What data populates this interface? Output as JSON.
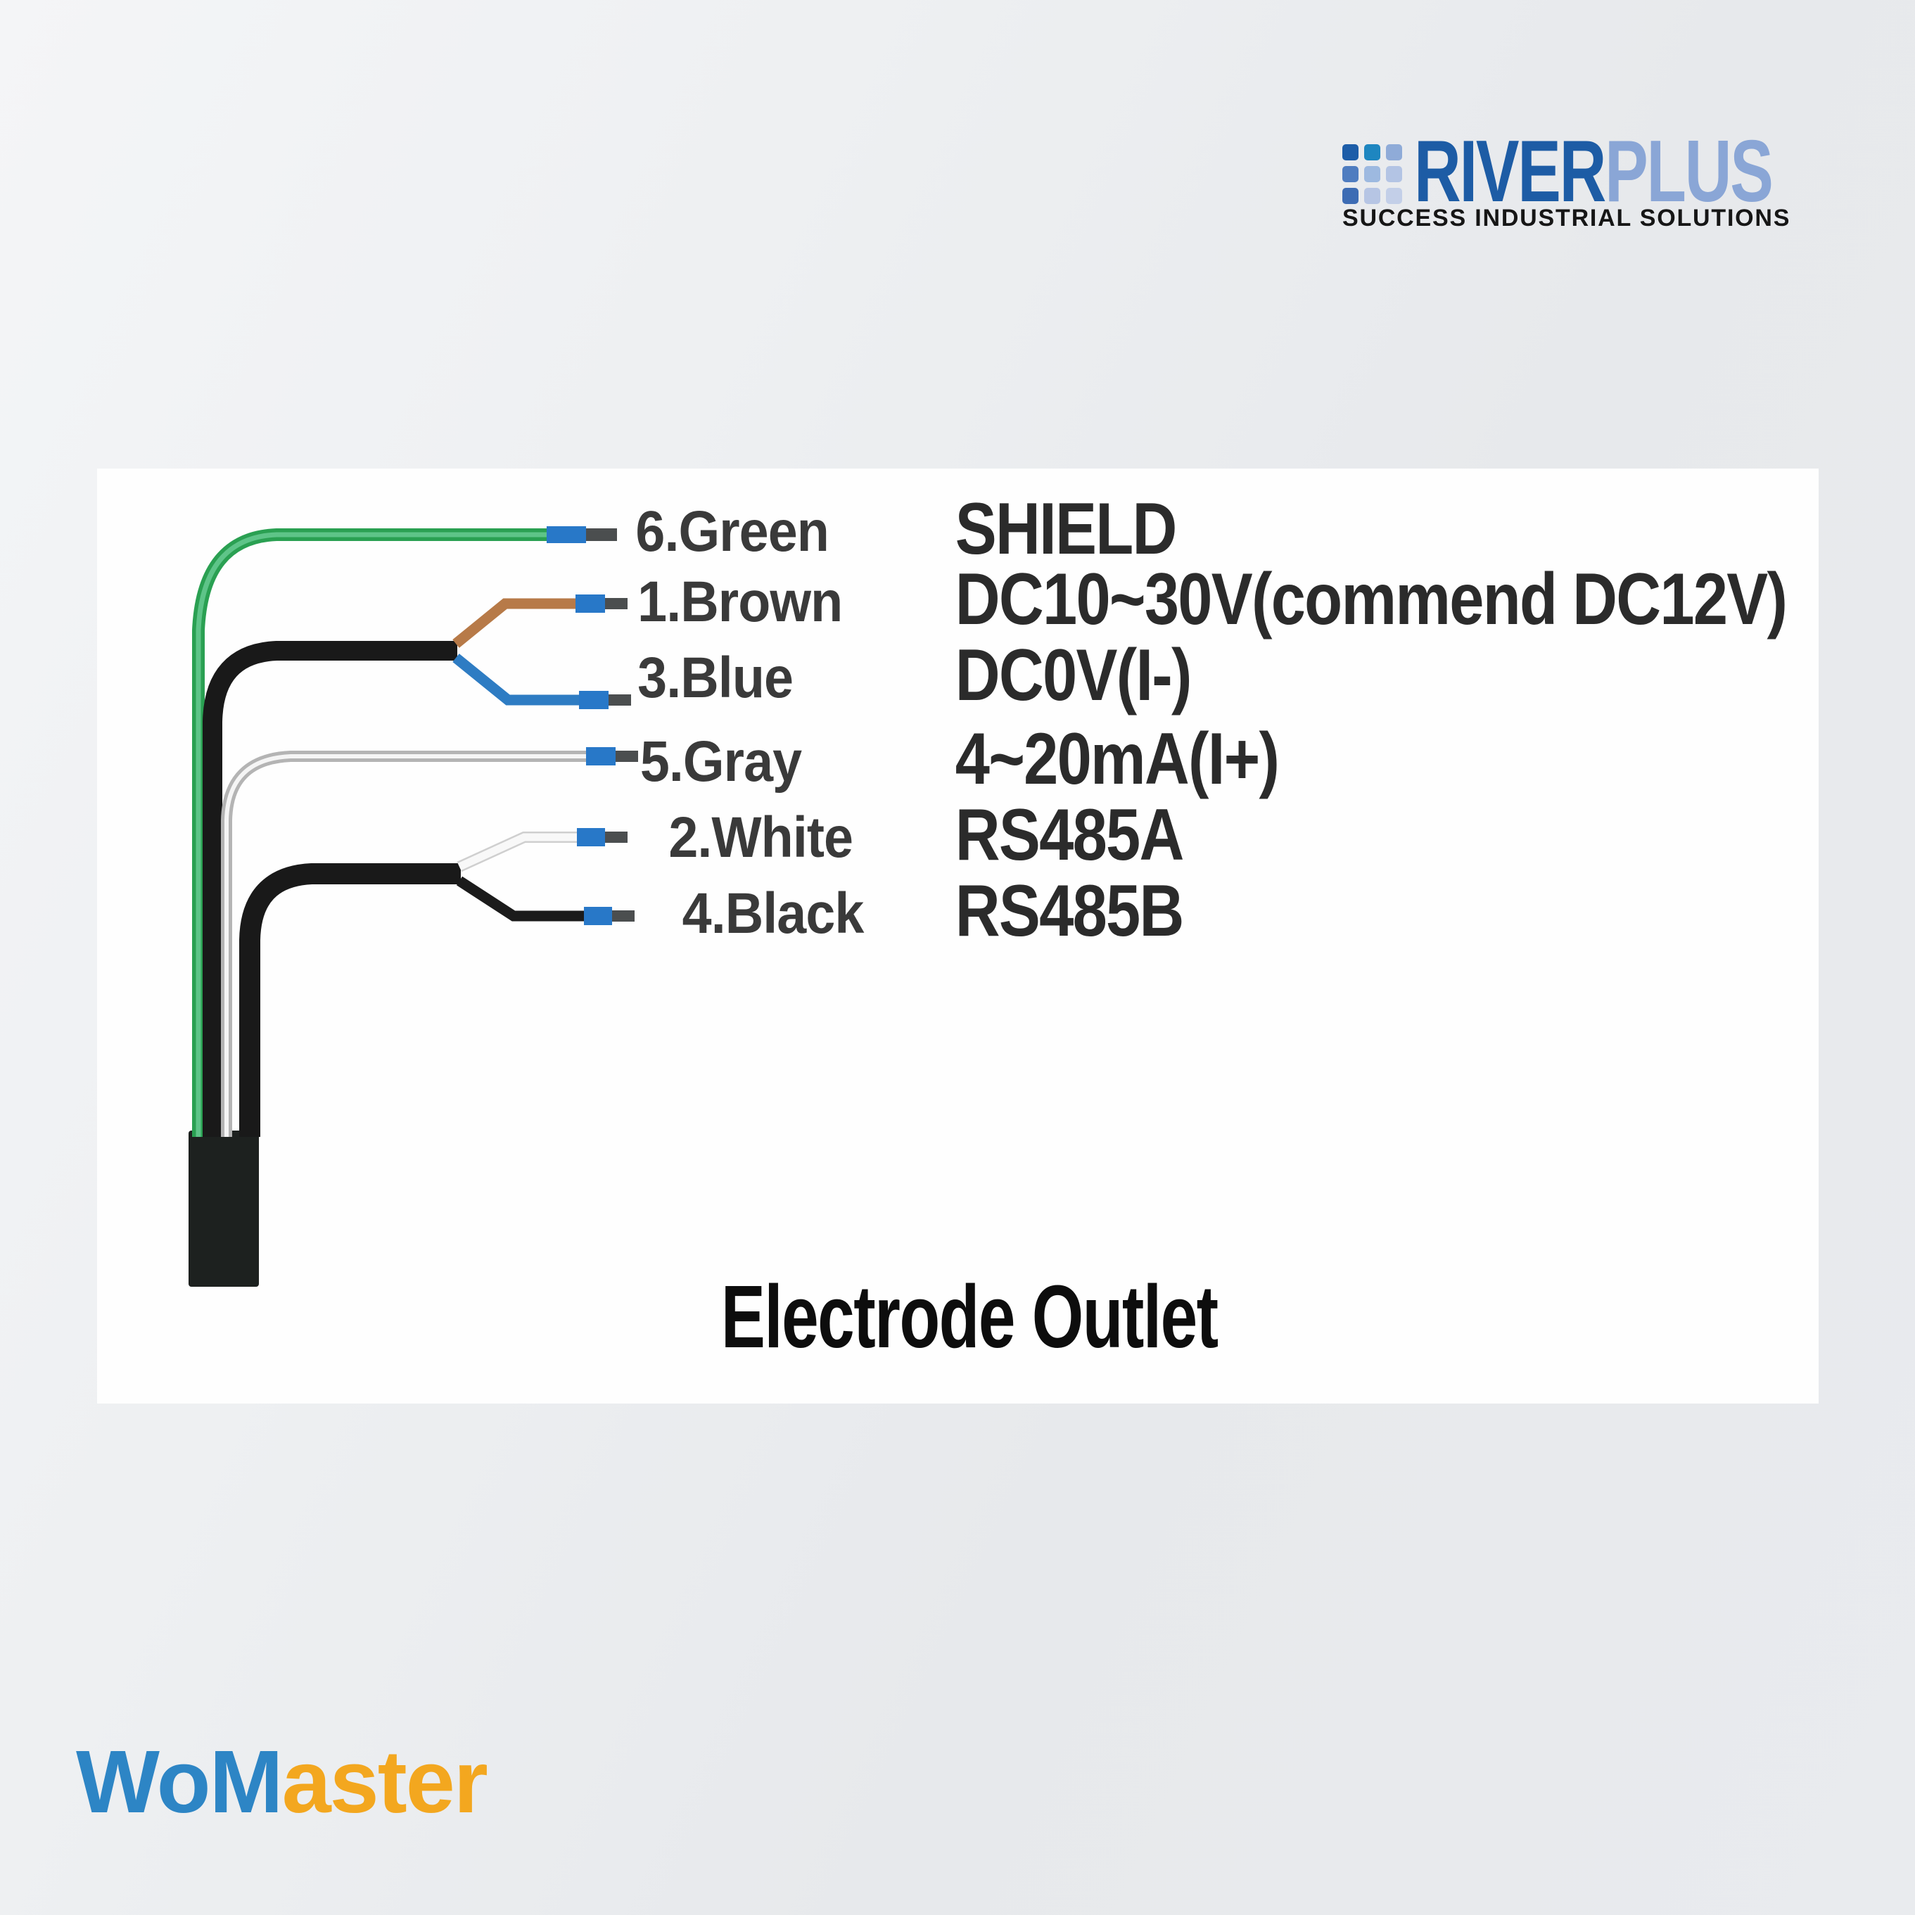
{
  "riverplus_logo": {
    "brand_river": "RIVER",
    "brand_plus": "PLUS",
    "tagline": "SUCCESS INDUSTRIAL SOLUTIONS",
    "river_color": "#1d5ca5",
    "plus_color": "#8aa6d6",
    "tagline_color": "#161616",
    "grid_colors": [
      "#1d5da8",
      "#1e86c0",
      "#8fabd8",
      "#4f7dc0",
      "#9db9e0",
      "#b3c4e4",
      "#3d6cb4",
      "#b6c5e4",
      "#c3cfe8"
    ]
  },
  "diagram": {
    "title": "Electrode Outlet",
    "rows": [
      {
        "wire_label": "6.Green",
        "function": "SHIELD",
        "wire_color": "#2aa052"
      },
      {
        "wire_label": "1.Brown",
        "function": "DC10~30V(commend DC12V)",
        "wire_color": "#b77a48"
      },
      {
        "wire_label": "3.Blue",
        "function": "DC0V(I-)",
        "wire_color": "#2e7cc3"
      },
      {
        "wire_label": "5.Gray",
        "function": "4~20mA(I+)",
        "wire_color": "#b4b4b4"
      },
      {
        "wire_label": "2.White",
        "function": "RS485A",
        "wire_color": "#f8f8f8"
      },
      {
        "wire_label": "4.Black",
        "function": "RS485B",
        "wire_color": "#1b1b1b"
      }
    ],
    "colors": {
      "cable": "#191919",
      "sleeve": "#1d211f",
      "connector": "#2878c8",
      "connector_tip": "#4b4e4f",
      "green_highlight": "#5ec488",
      "gray_highlight": "#f5f5f5",
      "white_wire_outline": "#cfcfcf"
    }
  },
  "womaster_logo": {
    "part1": "WoM",
    "part2": "aster",
    "part1_color": "#2d85c5",
    "part2_color": "#f3a71f"
  }
}
